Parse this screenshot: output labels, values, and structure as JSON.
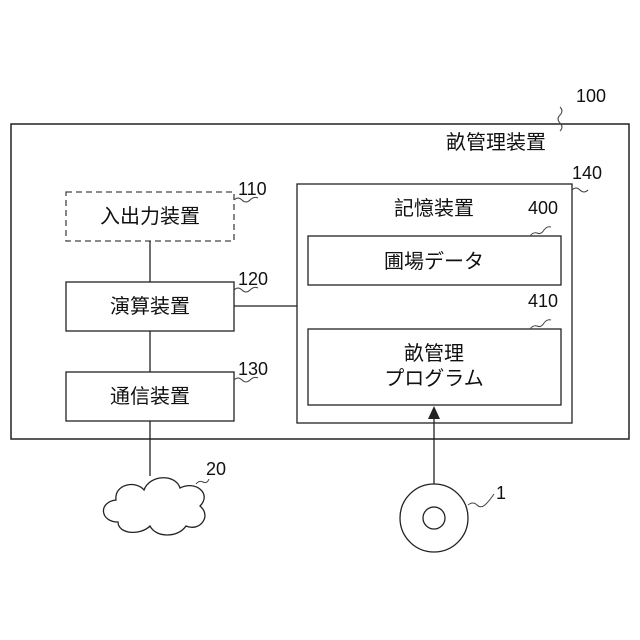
{
  "outer": {
    "ref": "100",
    "title": "畝管理装置"
  },
  "io": {
    "ref": "110",
    "label": "入出力装置"
  },
  "cpu": {
    "ref": "120",
    "label": "演算装置"
  },
  "comm": {
    "ref": "130",
    "label": "通信装置"
  },
  "storage": {
    "ref": "140",
    "label": "記憶装置"
  },
  "field_data": {
    "ref": "400",
    "label": "圃場データ"
  },
  "program": {
    "ref": "410",
    "line1": "畝管理",
    "line2": "プログラム"
  },
  "network": {
    "ref": "20"
  },
  "disc": {
    "ref": "1"
  }
}
